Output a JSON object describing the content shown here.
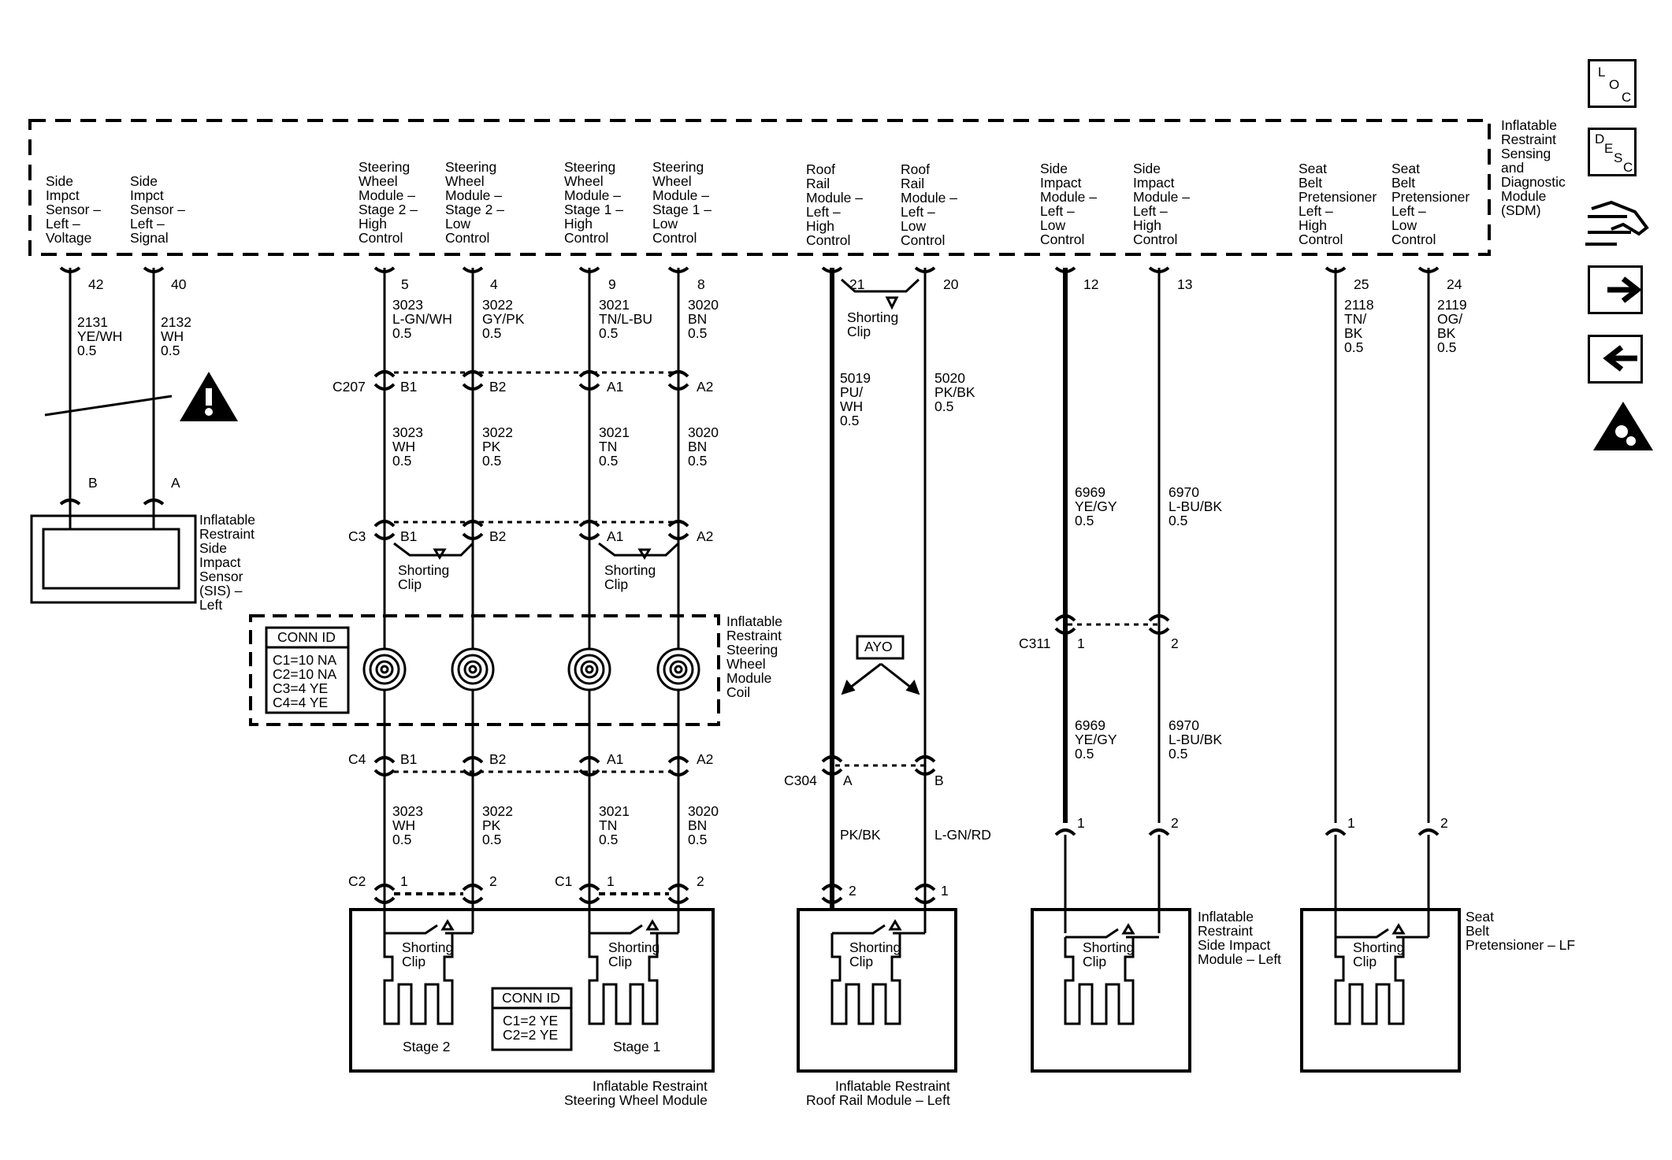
{
  "sdm": {
    "title": "Inflatable\nRestraint\nSensing\nand\nDiagnostic\nModule\n(SDM)",
    "pins": [
      {
        "label": "Side\nImpct\nSensor –\nLeft –\nVoltage",
        "pin": "42"
      },
      {
        "label": "Side\nImpct\nSensor –\nLeft –\nSignal",
        "pin": "40"
      },
      {
        "label": "Steering\nWheel\nModule –\nStage 2 –\nHigh\nControl",
        "pin": "5"
      },
      {
        "label": "Steering\nWheel\nModule –\nStage 2 –\nLow\nControl",
        "pin": "4"
      },
      {
        "label": "Steering\nWheel\nModule –\nStage 1 –\nHigh\nControl",
        "pin": "9"
      },
      {
        "label": "Steering\nWheel\nModule –\nStage 1 –\nLow\nControl",
        "pin": "8"
      },
      {
        "label": "Roof\nRail\nModule –\nLeft –\nHigh\nControl",
        "pin": "21"
      },
      {
        "label": "Roof\nRail\nModule –\nLeft –\nLow\nControl",
        "pin": "20"
      },
      {
        "label": "Side\nImpact\nModule –\nLeft –\nLow\nControl",
        "pin": "12"
      },
      {
        "label": "Side\nImpact\nModule –\nLeft –\nHigh\nControl",
        "pin": "13"
      },
      {
        "label": "Seat\nBelt\nPretensioner\nLeft –\nHigh\nControl",
        "pin": "25"
      },
      {
        "label": "Seat\nBelt\nPretensioner\nLeft –\nLow\nControl",
        "pin": "24"
      }
    ]
  },
  "wires": {
    "w42": "2131\nYE/WH\n0.5",
    "w40": "2132\nWH\n0.5",
    "w5_top": "3023\nL-GN/WH\n0.5",
    "w4_top": "3022\nGY/PK\n0.5",
    "w9_top": "3021\nTN/L-BU\n0.5",
    "w8_top": "3020\nBN\n0.5",
    "w5_mid": "3023\nWH\n0.5",
    "w4_mid": "3022\nPK\n0.5",
    "w9_mid": "3021\nTN\n0.5",
    "w8_mid": "3020\nBN\n0.5",
    "w5_low": "3023\nWH\n0.5",
    "w4_low": "3022\nPK\n0.5",
    "w9_low": "3021\nTN\n0.5",
    "w8_low": "3020\nBN\n0.5",
    "w21": "5019\nPU/\nWH\n0.5",
    "w20": "5020\nPK/BK\n0.5",
    "w21_low": "PK/BK",
    "w20_low": "L-GN/RD",
    "w12_top": "6969\nYE/GY\n0.5",
    "w13_top": "6970\nL-BU/BK\n0.5",
    "w12_low": "6969\nYE/GY\n0.5",
    "w13_low": "6970\nL-BU/BK\n0.5",
    "w25": "2118\nTN/\nBK\n0.5",
    "w24": "2119\nOG/\nBK\n0.5"
  },
  "connectors": {
    "c207": "C207",
    "c3": "C3",
    "c4": "C4",
    "c2": "C2",
    "c1": "C1",
    "c304": "C304",
    "c311": "C311",
    "pins": {
      "B1": "B1",
      "B2": "B2",
      "A1": "A1",
      "A2": "A2",
      "A": "A",
      "B": "B",
      "one": "1",
      "two": "2"
    }
  },
  "shorting_clip": "Shorting\nClip",
  "coil": {
    "title": "Inflatable\nRestraint\nSteering\nWheel\nModule\nCoil",
    "conn_id_title": "CONN ID",
    "conn_id_lines": "C1=10 NA\nC2=10 NA\nC3=4 YE\nC4=4 YE"
  },
  "sis": {
    "title": "Inflatable\nRestraint\nSide\nImpact\nSensor\n(SIS) –\nLeft"
  },
  "steering_module": {
    "title": "Inflatable Restraint\nSteering Wheel Module",
    "stage2": "Stage 2",
    "stage1": "Stage 1",
    "conn_id_title": "CONN ID",
    "conn_id_lines": "C1=2 YE\nC2=2 YE"
  },
  "roof_module": {
    "title": "Inflatable Restraint\nRoof Rail Module – Left"
  },
  "side_module": {
    "title": "Inflatable\nRestraint\nSide Impact\nModule – Left"
  },
  "pretensioner": {
    "title": "Seat\nBelt\nPretensioner – LF"
  },
  "ayo": "AYO",
  "nav": {
    "loc": {
      "l1": "L",
      "l2": "O",
      "l3": "C"
    },
    "desc": {
      "l1": "D",
      "l2": "E",
      "l3": "S",
      "l4": "C"
    }
  }
}
